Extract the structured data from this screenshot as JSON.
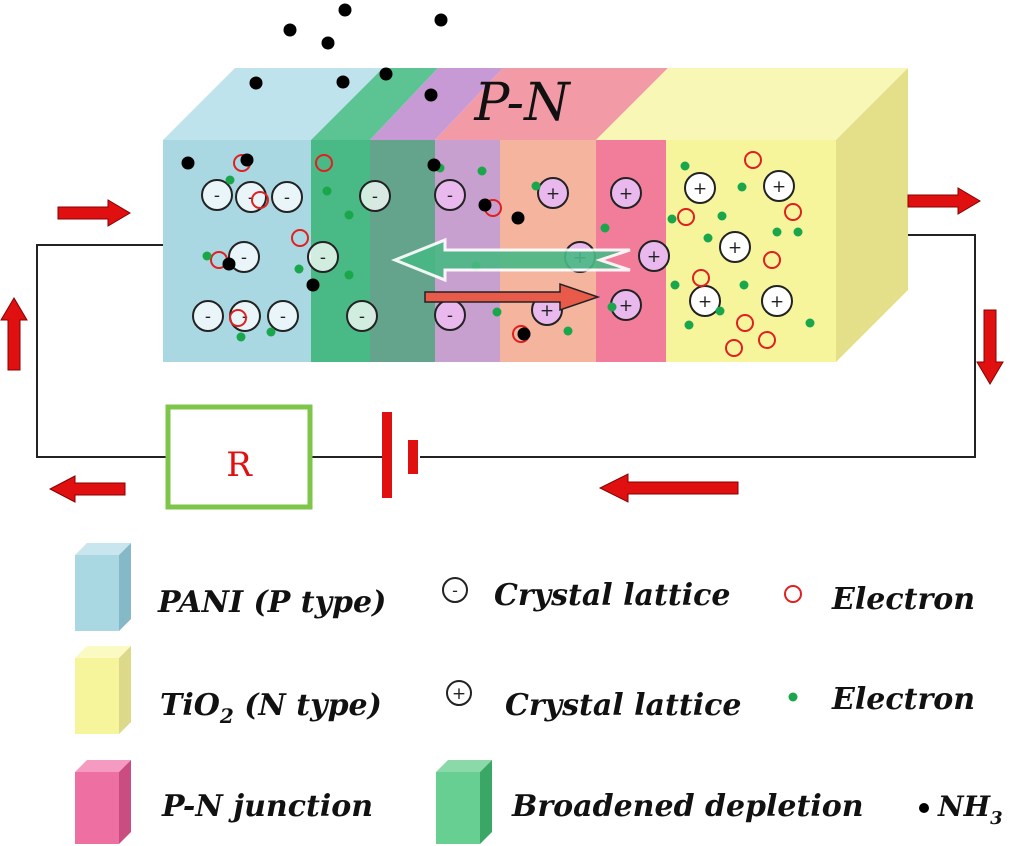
{
  "diagram": {
    "junction_label": "P-N",
    "resistor_label": "R",
    "colors": {
      "pani": "#a9d7e2",
      "depletion": "#3fb97f",
      "junction": "#ef6f9f",
      "tio2": "#f7f59c",
      "circuit_arrow": "#e01010",
      "electron_ring": "#e02020",
      "electron_dot": "#1aa64a",
      "nh3": "#000000",
      "resistor_border": "#7dc64a"
    }
  },
  "legend": {
    "pani": "PANI (P type)",
    "tio2_base": "TiO",
    "tio2_sub": "2",
    "tio2_suffix": " (N type)",
    "pn_junction": "P-N junction",
    "broadened": "Broadened  depletion",
    "lattice_neg": "Crystal lattice",
    "lattice_pos": "Crystal lattice",
    "electron_ring": "Electron",
    "electron_dot": "Electron",
    "nh3_base": "NH",
    "nh3_sub": "3",
    "lattice_neg_symbol": "-",
    "lattice_pos_symbol": "+"
  }
}
